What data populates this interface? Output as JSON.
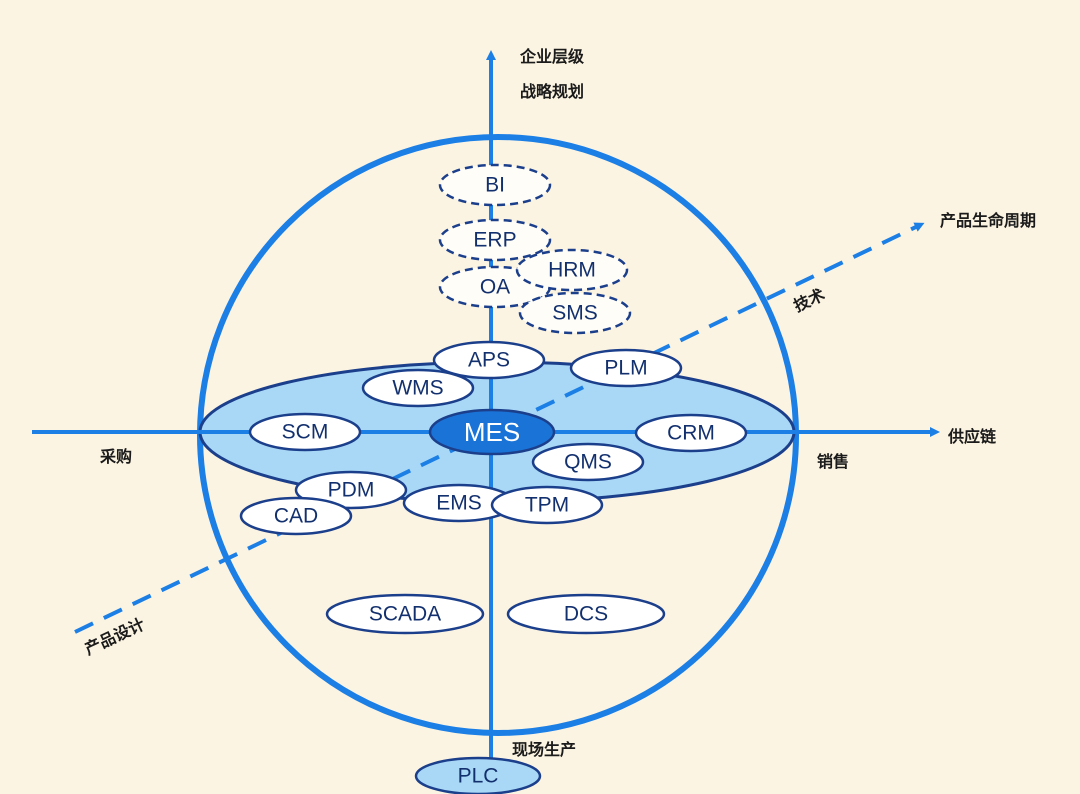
{
  "colors": {
    "background": "#fcf4e2",
    "axis": "#1b7fe6",
    "outline": "#1c3f8c",
    "disk_fill": "#a9d8f6",
    "node_fill": "#ffffff",
    "mes_fill": "#1a74d8",
    "text": "#13306e"
  },
  "axis_labels": {
    "top_1": "企业层级",
    "top_2": "战略规划",
    "diagonal_end": "产品生命周期",
    "tech": "技术",
    "right": "供应链",
    "sales": "销售",
    "left": "采购",
    "diagonal_start": "产品设计",
    "bottom": "现场生产"
  },
  "systems": [
    {
      "id": "bi",
      "label": "BI",
      "style": "dashed"
    },
    {
      "id": "erp",
      "label": "ERP",
      "style": "dashed"
    },
    {
      "id": "oa",
      "label": "OA",
      "style": "dashed"
    },
    {
      "id": "hrm",
      "label": "HRM",
      "style": "dashed"
    },
    {
      "id": "sms",
      "label": "SMS",
      "style": "dashed"
    },
    {
      "id": "aps",
      "label": "APS",
      "style": "solid"
    },
    {
      "id": "plm",
      "label": "PLM",
      "style": "solid"
    },
    {
      "id": "wms",
      "label": "WMS",
      "style": "solid"
    },
    {
      "id": "scm",
      "label": "SCM",
      "style": "solid"
    },
    {
      "id": "mes",
      "label": "MES",
      "style": "core"
    },
    {
      "id": "crm",
      "label": "CRM",
      "style": "solid"
    },
    {
      "id": "qms",
      "label": "QMS",
      "style": "solid"
    },
    {
      "id": "pdm",
      "label": "PDM",
      "style": "solid"
    },
    {
      "id": "cad",
      "label": "CAD",
      "style": "solid"
    },
    {
      "id": "ems",
      "label": "EMS",
      "style": "solid"
    },
    {
      "id": "tpm",
      "label": "TPM",
      "style": "solid"
    },
    {
      "id": "scada",
      "label": "SCADA",
      "style": "solid"
    },
    {
      "id": "dcs",
      "label": "DCS",
      "style": "solid"
    },
    {
      "id": "plc",
      "label": "PLC",
      "style": "base"
    }
  ]
}
